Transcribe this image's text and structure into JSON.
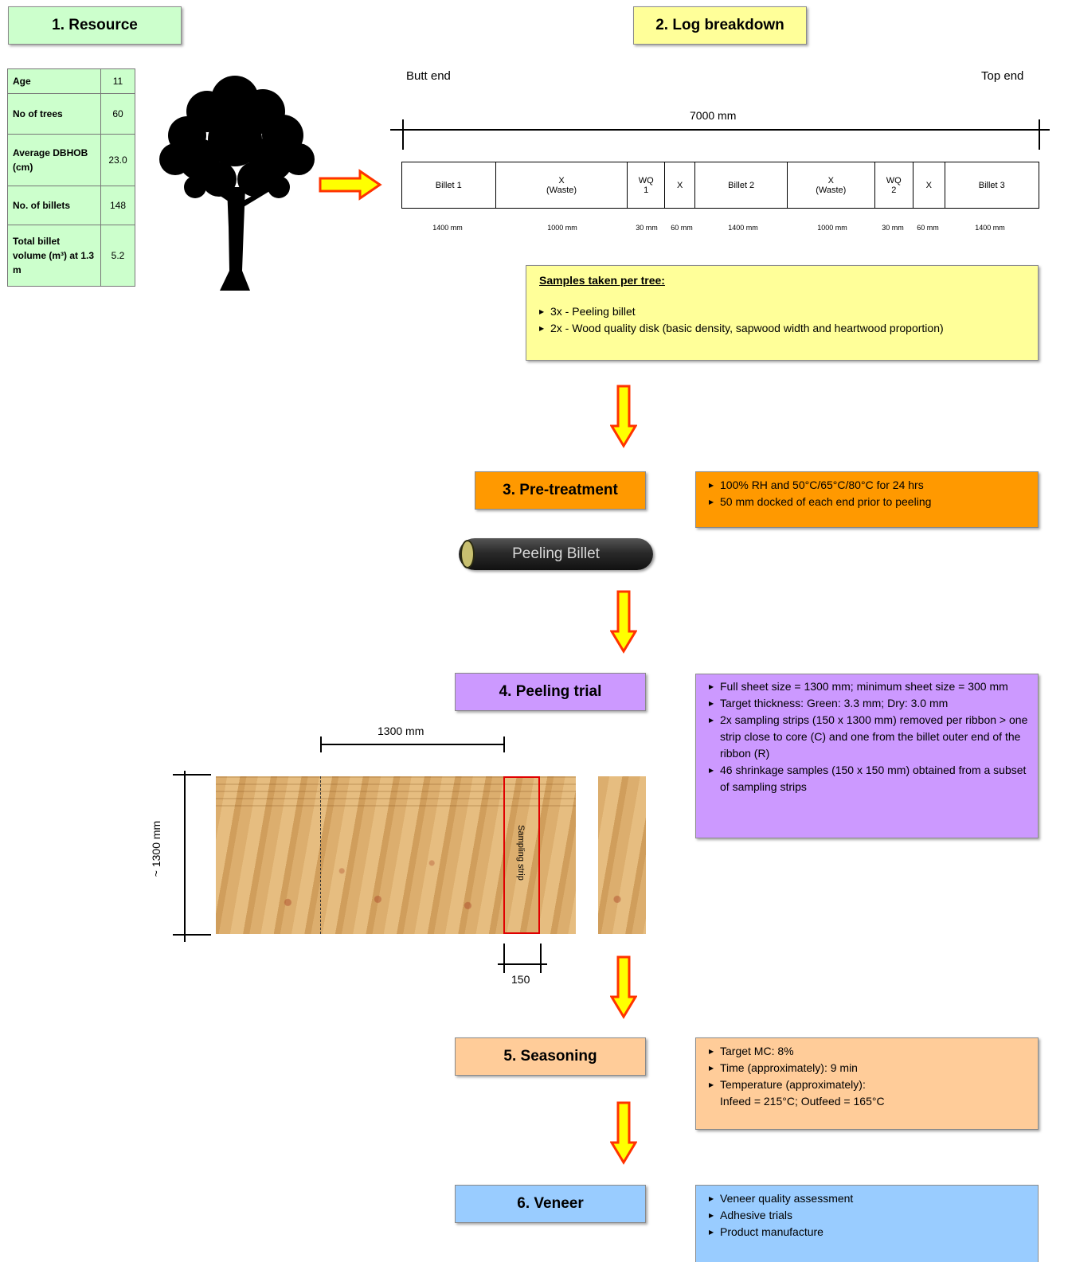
{
  "stages": {
    "resource": "1. Resource",
    "log_breakdown": "2. Log breakdown",
    "pretreatment": "3. Pre-treatment",
    "peeling_trial": "4. Peeling trial",
    "seasoning": "5. Seasoning",
    "veneer": "6. Veneer"
  },
  "resource_table": [
    {
      "label": "Age",
      "value": "11"
    },
    {
      "label": "No of trees",
      "value": "60"
    },
    {
      "label": "Average DBHOB (cm)",
      "value": "23.0"
    },
    {
      "label": "No. of billets",
      "value": "148"
    },
    {
      "label": "Total billet volume (m³) at 1.3 m",
      "value": "5.2"
    }
  ],
  "log": {
    "butt_end": "Butt end",
    "top_end": "Top end",
    "total_length": "7000 mm",
    "segments": [
      {
        "line1": "Billet 1",
        "line2": "",
        "length": "1400 mm"
      },
      {
        "line1": "X",
        "line2": "(Waste)",
        "length": "1000 mm"
      },
      {
        "line1": "WQ",
        "line2": "1",
        "length": "30 mm"
      },
      {
        "line1": "X",
        "line2": "",
        "length": "60 mm"
      },
      {
        "line1": "Billet 2",
        "line2": "",
        "length": "1400 mm"
      },
      {
        "line1": "X",
        "line2": "(Waste)",
        "length": "1000 mm"
      },
      {
        "line1": "WQ",
        "line2": "2",
        "length": "30 mm"
      },
      {
        "line1": "X",
        "line2": "",
        "length": "60 mm"
      },
      {
        "line1": "Billet 3",
        "line2": "",
        "length": "1400 mm"
      }
    ]
  },
  "samples": {
    "title": "Samples taken per tree:",
    "items": [
      "3x - Peeling billet",
      "2x - Wood quality disk (basic density, sapwood width and heartwood proportion)"
    ]
  },
  "pretreatment_notes": [
    "100% RH and 50°C/65°C/80°C for 24 hrs",
    "50 mm docked of each end prior to peeling"
  ],
  "peeling_billet_label": "Peeling Billet",
  "peeling_notes": [
    "Full sheet size = 1300 mm; minimum sheet size = 300 mm",
    "Target thickness: Green: 3.3 mm; Dry: 3.0 mm",
    "2x sampling strips (150 x 1300 mm) removed per ribbon > one strip close to core (C) and one from the billet outer end of the ribbon (R)",
    "46 shrinkage samples (150 x 150 mm) obtained from a subset of sampling strips"
  ],
  "veneer_dims": {
    "width": "1300 mm",
    "height": "~ 1300 mm",
    "strip_width": "150",
    "strip_label": "Sampling strip"
  },
  "seasoning_notes": [
    "Target MC: 8%",
    "Time (approximately): 9 min",
    "Temperature (approximately):",
    "Infeed = 215°C; Outfeed = 165°C"
  ],
  "veneer_notes": [
    "Veneer quality assessment",
    "Adhesive trials",
    "Product manufacture"
  ],
  "colors": {
    "green": "#ccffcc",
    "yellow": "#ffff99",
    "orange": "#ff9900",
    "purple": "#cc99ff",
    "peach": "#ffcc99",
    "blue": "#99ccff",
    "arrow_fill": "#ffff00",
    "arrow_stroke": "#ff3300"
  }
}
